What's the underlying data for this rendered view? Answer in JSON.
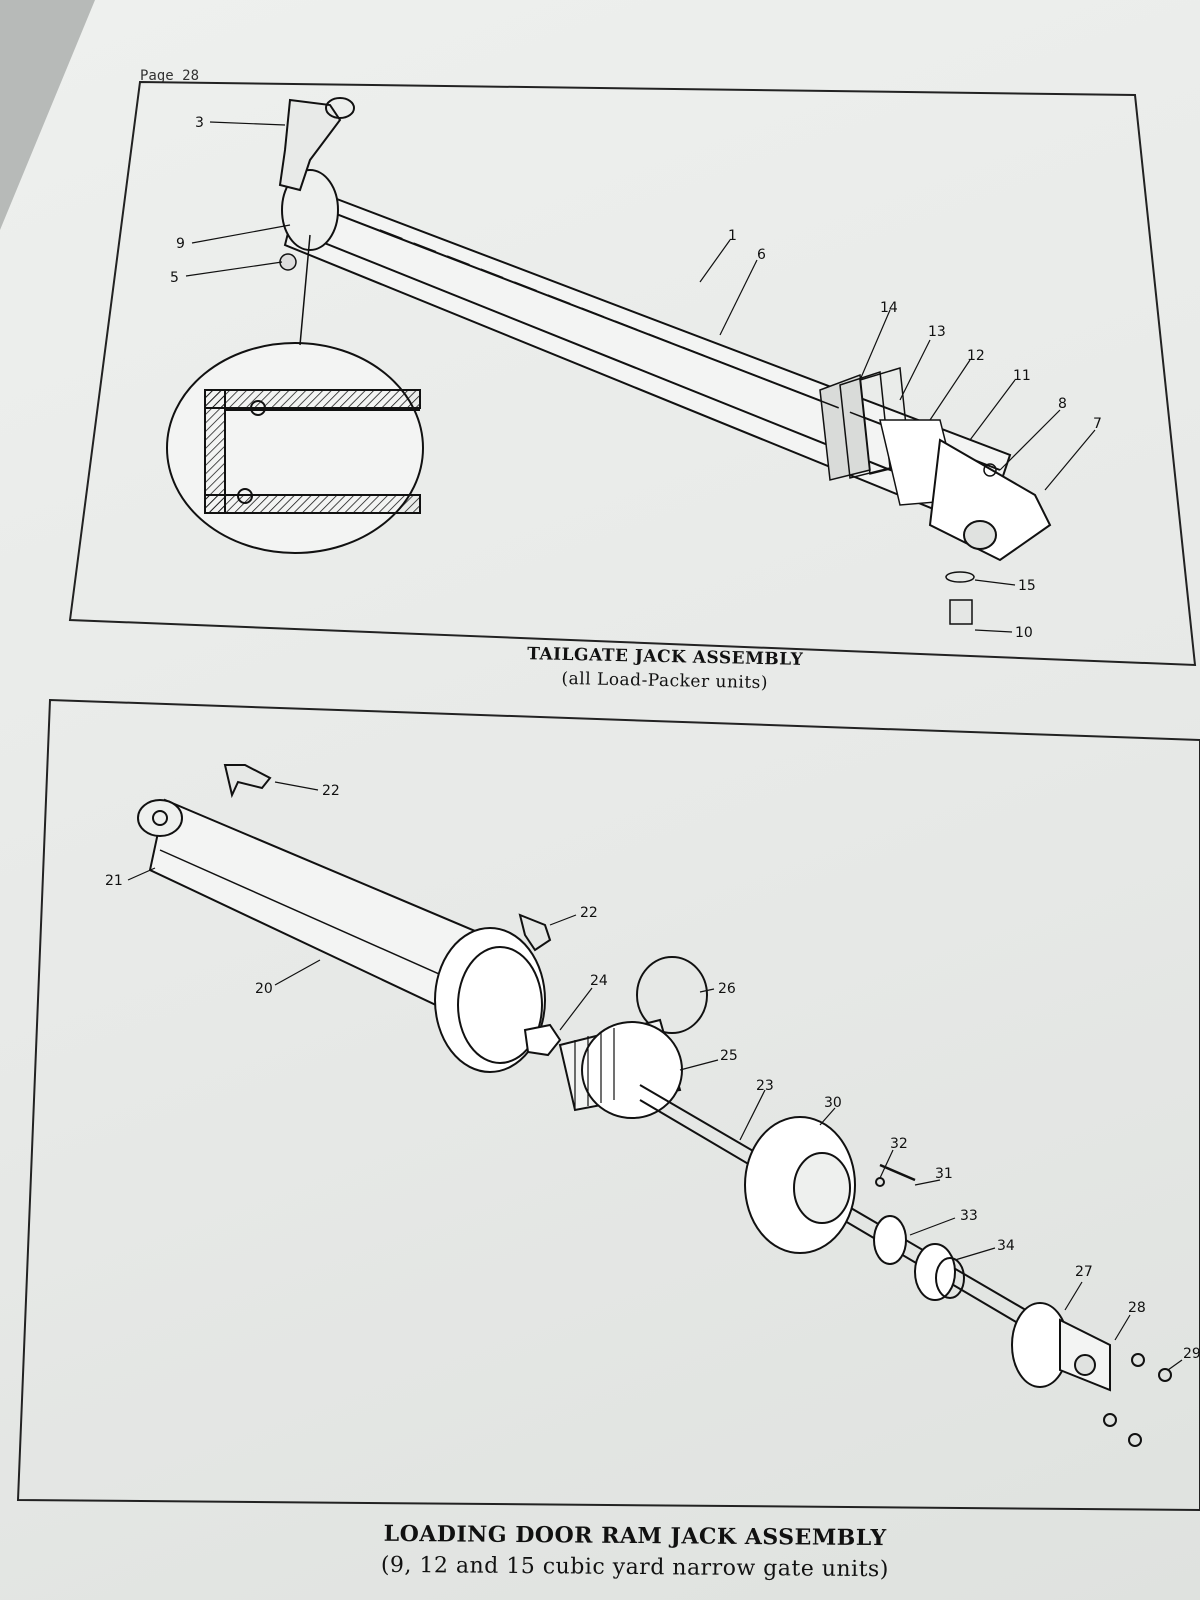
{
  "page": {
    "number": "Page 28"
  },
  "figures": [
    {
      "title": "TAILGATE JACK ASSEMBLY",
      "subtitle": "(all Load-Packer units)",
      "callouts": [
        "3",
        "9",
        "5",
        "1",
        "6",
        "14",
        "13",
        "12",
        "11",
        "8",
        "7",
        "15",
        "10"
      ]
    },
    {
      "title": "LOADING DOOR RAM JACK ASSEMBLY",
      "subtitle": "(9, 12 and 15 cubic yard narrow gate units)",
      "callouts": [
        "22",
        "21",
        "22",
        "20",
        "24",
        "26",
        "25",
        "23",
        "30",
        "32",
        "31",
        "33",
        "34",
        "27",
        "28",
        "29"
      ]
    }
  ]
}
